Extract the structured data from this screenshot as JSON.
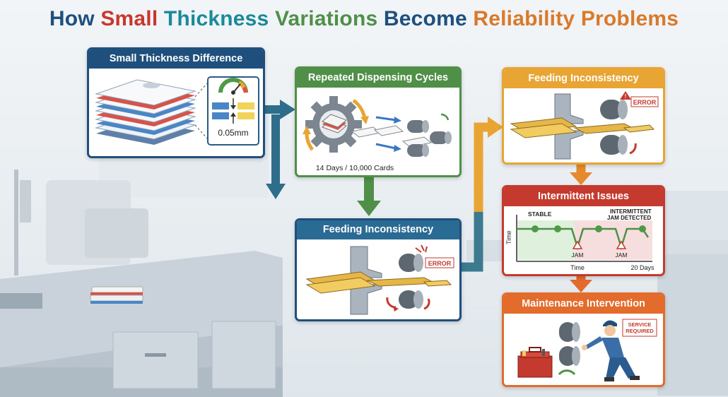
{
  "title": {
    "part1": "How ",
    "part2": "Small ",
    "part3": "Thickness ",
    "part4": "Variations ",
    "part5": "Become ",
    "part6": "Reliability Problems"
  },
  "colors": {
    "blue": "#1e4f7d",
    "red": "#c9372c",
    "teal": "#1a8a9a",
    "green": "#4f8f48",
    "orange": "#e8a534",
    "brown": "#d97a2b",
    "darkred": "#c53a2f"
  },
  "steps": [
    {
      "title": "Small Thickness Difference",
      "measurement": "0.05mm"
    },
    {
      "title": "Repeated Dispensing Cycles",
      "caption": "14 Days / 10,000 Cards"
    },
    {
      "title": "Feeding Inconsistency",
      "badge": "ERROR"
    },
    {
      "title": "Feeding Inconsistency",
      "badge": "ERROR"
    },
    {
      "title": "Intermittent Issues",
      "stable_label": "STABLE",
      "alert_label": "INTERMITTENT JAM DETECTED",
      "jam_label": "JAM",
      "x_label": "Time",
      "y_label": "Time",
      "x_end": "20 Days"
    },
    {
      "title": "Maintenance Intervention",
      "badge": "SERVICE REQUIRED"
    }
  ]
}
